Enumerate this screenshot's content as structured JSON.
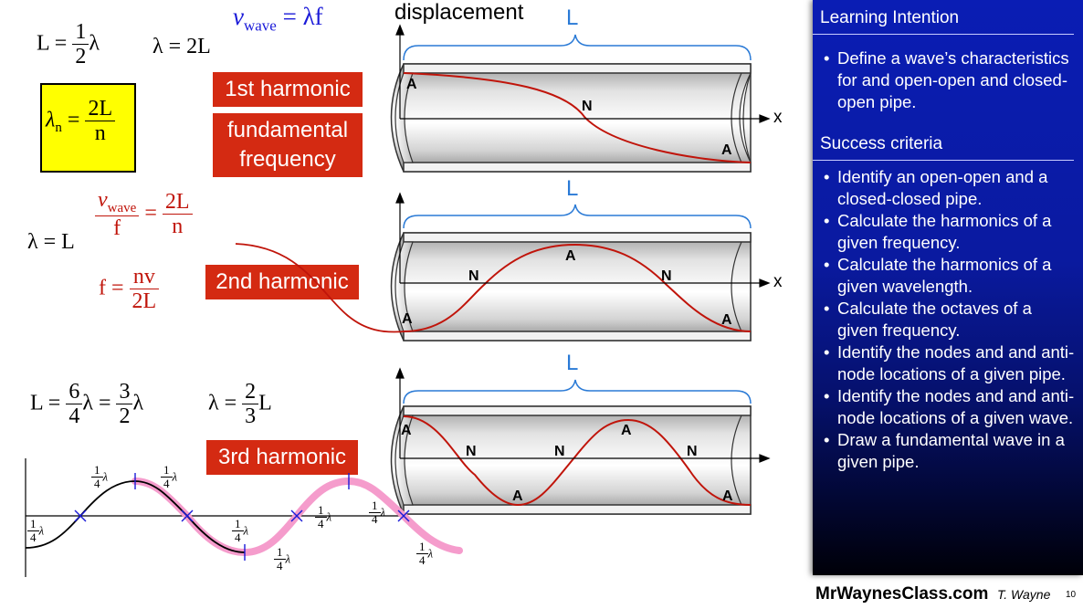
{
  "formulas": {
    "l_half": {
      "lhs": "L =",
      "num": "1",
      "den": "2",
      "sym": "λ"
    },
    "lambda_2L": "λ = 2L",
    "v_wave": "v",
    "v_wave_sub": "wave",
    "v_wave_rhs": "= λf",
    "lambda_n": {
      "lhs": "λ",
      "lhs_sub": "n",
      "eq": "=",
      "num": "2L",
      "den": "n"
    },
    "ratio": {
      "num1": "v",
      "num1_sub": "wave",
      "den1": "f",
      "eq": "=",
      "num2": "2L",
      "den2": "n"
    },
    "lambda_L": "λ = L",
    "f_eq": {
      "lhs": "f =",
      "num": "nv",
      "den": "2L"
    },
    "l_six": {
      "lhs": "L =",
      "n1": "6",
      "d1": "4",
      "mid": "λ =",
      "n2": "3",
      "d2": "2",
      "tail": "λ"
    },
    "lambda_two_thirds": {
      "lhs": "λ =",
      "num": "2",
      "den": "3",
      "tail": "L"
    }
  },
  "labels": {
    "harmonic1": "1st harmonic",
    "fundamental_line1": "fundamental",
    "fundamental_line2": "frequency",
    "harmonic2": "2nd harmonic",
    "harmonic3": "3rd harmonic",
    "displacement": "displacement",
    "L": "L",
    "x": "x"
  },
  "quarter": {
    "num": "1",
    "den": "4",
    "sym": "λ"
  },
  "points": {
    "A": "A",
    "N": "N"
  },
  "panel": {
    "title": "Learning Intention",
    "intentions": [
      "Define a wave’s characteristics for and open-open and closed-open pipe."
    ],
    "success_title": "Success criteria",
    "criteria": [
      "Identify an open-open and a closed-closed pipe.",
      "Calculate the harmonics of a given frequency.",
      "Calculate the harmonics of a given wavelength.",
      "Calculate the octaves of a given frequency.",
      "Identify the nodes and and anti-node locations of a given pipe.",
      "Identify the nodes and and anti-node locations of a given wave.",
      "Draw a fundamental wave in a given pipe."
    ],
    "bullet": "•"
  },
  "footer": {
    "brand": "MrWaynesClass.com",
    "author": "T. Wayne",
    "page": "10"
  },
  "colors": {
    "red": "#d42a12",
    "blue": "#1a1ad8",
    "yellow": "#ffff00",
    "L_blue": "#2a7ad6",
    "wave_red": "#c0140a",
    "pink": "#f59ccc"
  }
}
